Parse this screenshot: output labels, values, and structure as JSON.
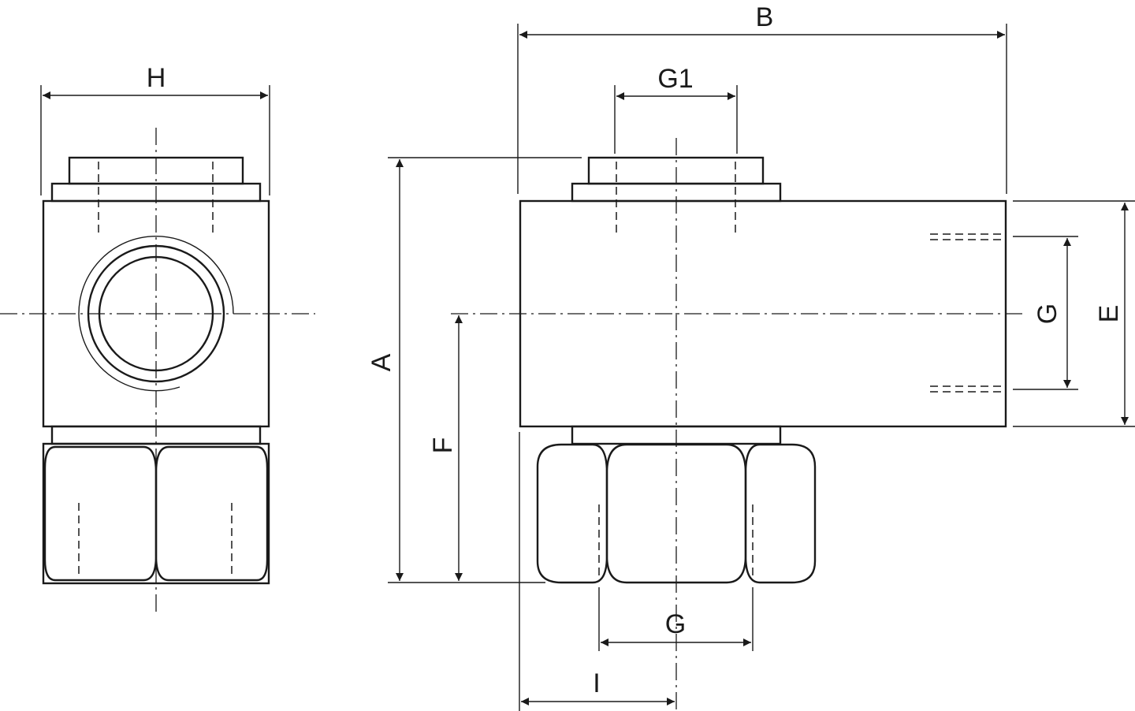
{
  "dimensions": {
    "H": "H",
    "B": "B",
    "G1": "G1",
    "A": "A",
    "F": "F",
    "G_side": "G",
    "E": "E",
    "G_bottom": "G",
    "I": "I"
  },
  "colors": {
    "line": "#1a1a1a",
    "background": "#ffffff"
  }
}
